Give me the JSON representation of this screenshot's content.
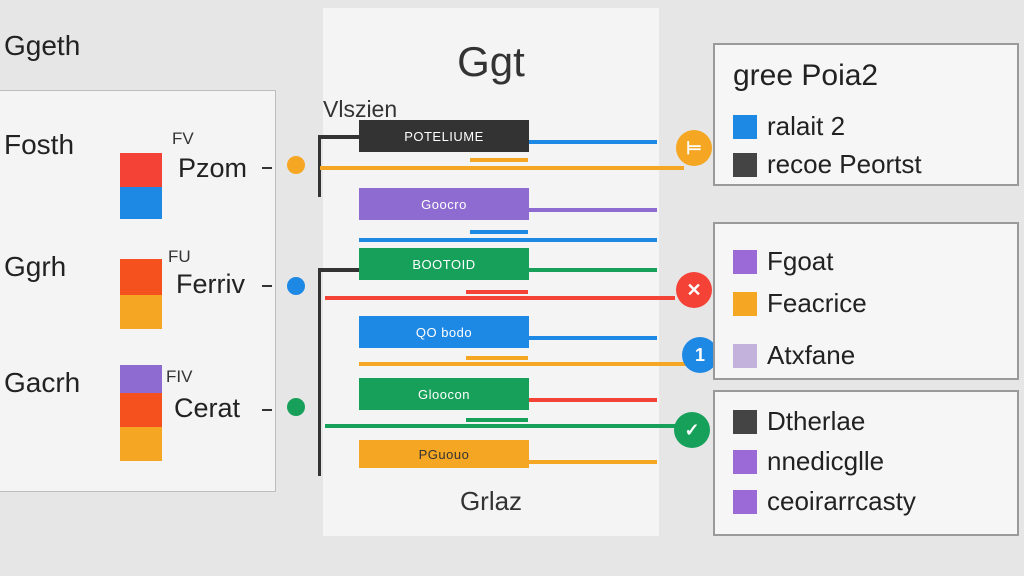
{
  "left": {
    "title": "Ggeth",
    "rows": [
      {
        "label": "Fosth",
        "fv": "FV",
        "sub": "Pzom",
        "colors": [
          "#f44336",
          "#1e88e5"
        ],
        "dot": "#f5a623"
      },
      {
        "label": "Ggrh",
        "fv": "FU",
        "sub": "Ferriv",
        "colors": [
          "#f4511e",
          "#f5a623"
        ],
        "dot": "#1e88e5"
      },
      {
        "label": "Gacrh",
        "fv": "FIV",
        "sub": "Cerat",
        "colors": [
          "#8e6bd1",
          "#f4511e",
          "#f5a623"
        ],
        "dot": "#16a05a"
      }
    ]
  },
  "center": {
    "title": "Ggt",
    "subtitle": "Vlszien",
    "footer": "Grlaz",
    "bars": [
      {
        "label": "POTELIUME",
        "color": "#333333",
        "line": "#1e88e5",
        "line2": "#f5a623"
      },
      {
        "label": "Goocro",
        "color": "#8e6bd1",
        "line": "#8e6bd1",
        "line2": "#1e88e5"
      },
      {
        "label": "BOOTOID",
        "color": "#16a05a",
        "line": "#16a05a",
        "line2": "#f44336"
      },
      {
        "label": "QO bodo",
        "color": "#1e88e5",
        "line": "#1e88e5",
        "line2": "#f5a623"
      },
      {
        "label": "Gloocon",
        "color": "#16a05a",
        "line": "#f44336",
        "line2": "#16a05a"
      },
      {
        "label": "PGuouo",
        "color": "#f5a623",
        "line": "#f5a623",
        "line2": "#f5a623"
      }
    ],
    "markers": [
      {
        "symbol": "⊨",
        "color": "#f5a623"
      },
      {
        "symbol": "✕",
        "color": "#f44336"
      },
      {
        "symbol": "1",
        "color": "#1e88e5"
      },
      {
        "symbol": "✓",
        "color": "#16a05a"
      }
    ]
  },
  "right": {
    "box1": {
      "title": "gree Poia2",
      "items": [
        {
          "label": "ralait 2",
          "color": "#1e88e5"
        },
        {
          "label": "recoe Peortst",
          "color": "#444444"
        }
      ]
    },
    "box2": {
      "items": [
        {
          "label": "Fgoat",
          "color": "#9c6ad6"
        },
        {
          "label": "Feacrice",
          "color": "#f5a623"
        },
        {
          "label": "Atxfane",
          "color": "#c3b2dc"
        }
      ]
    },
    "box3": {
      "items": [
        {
          "label": "Dtherlae",
          "color": "#444444"
        },
        {
          "label": "nnedicglle",
          "color": "#9c6ad6"
        },
        {
          "label": "ceoirarrcasty",
          "color": "#9c6ad6"
        }
      ]
    }
  }
}
